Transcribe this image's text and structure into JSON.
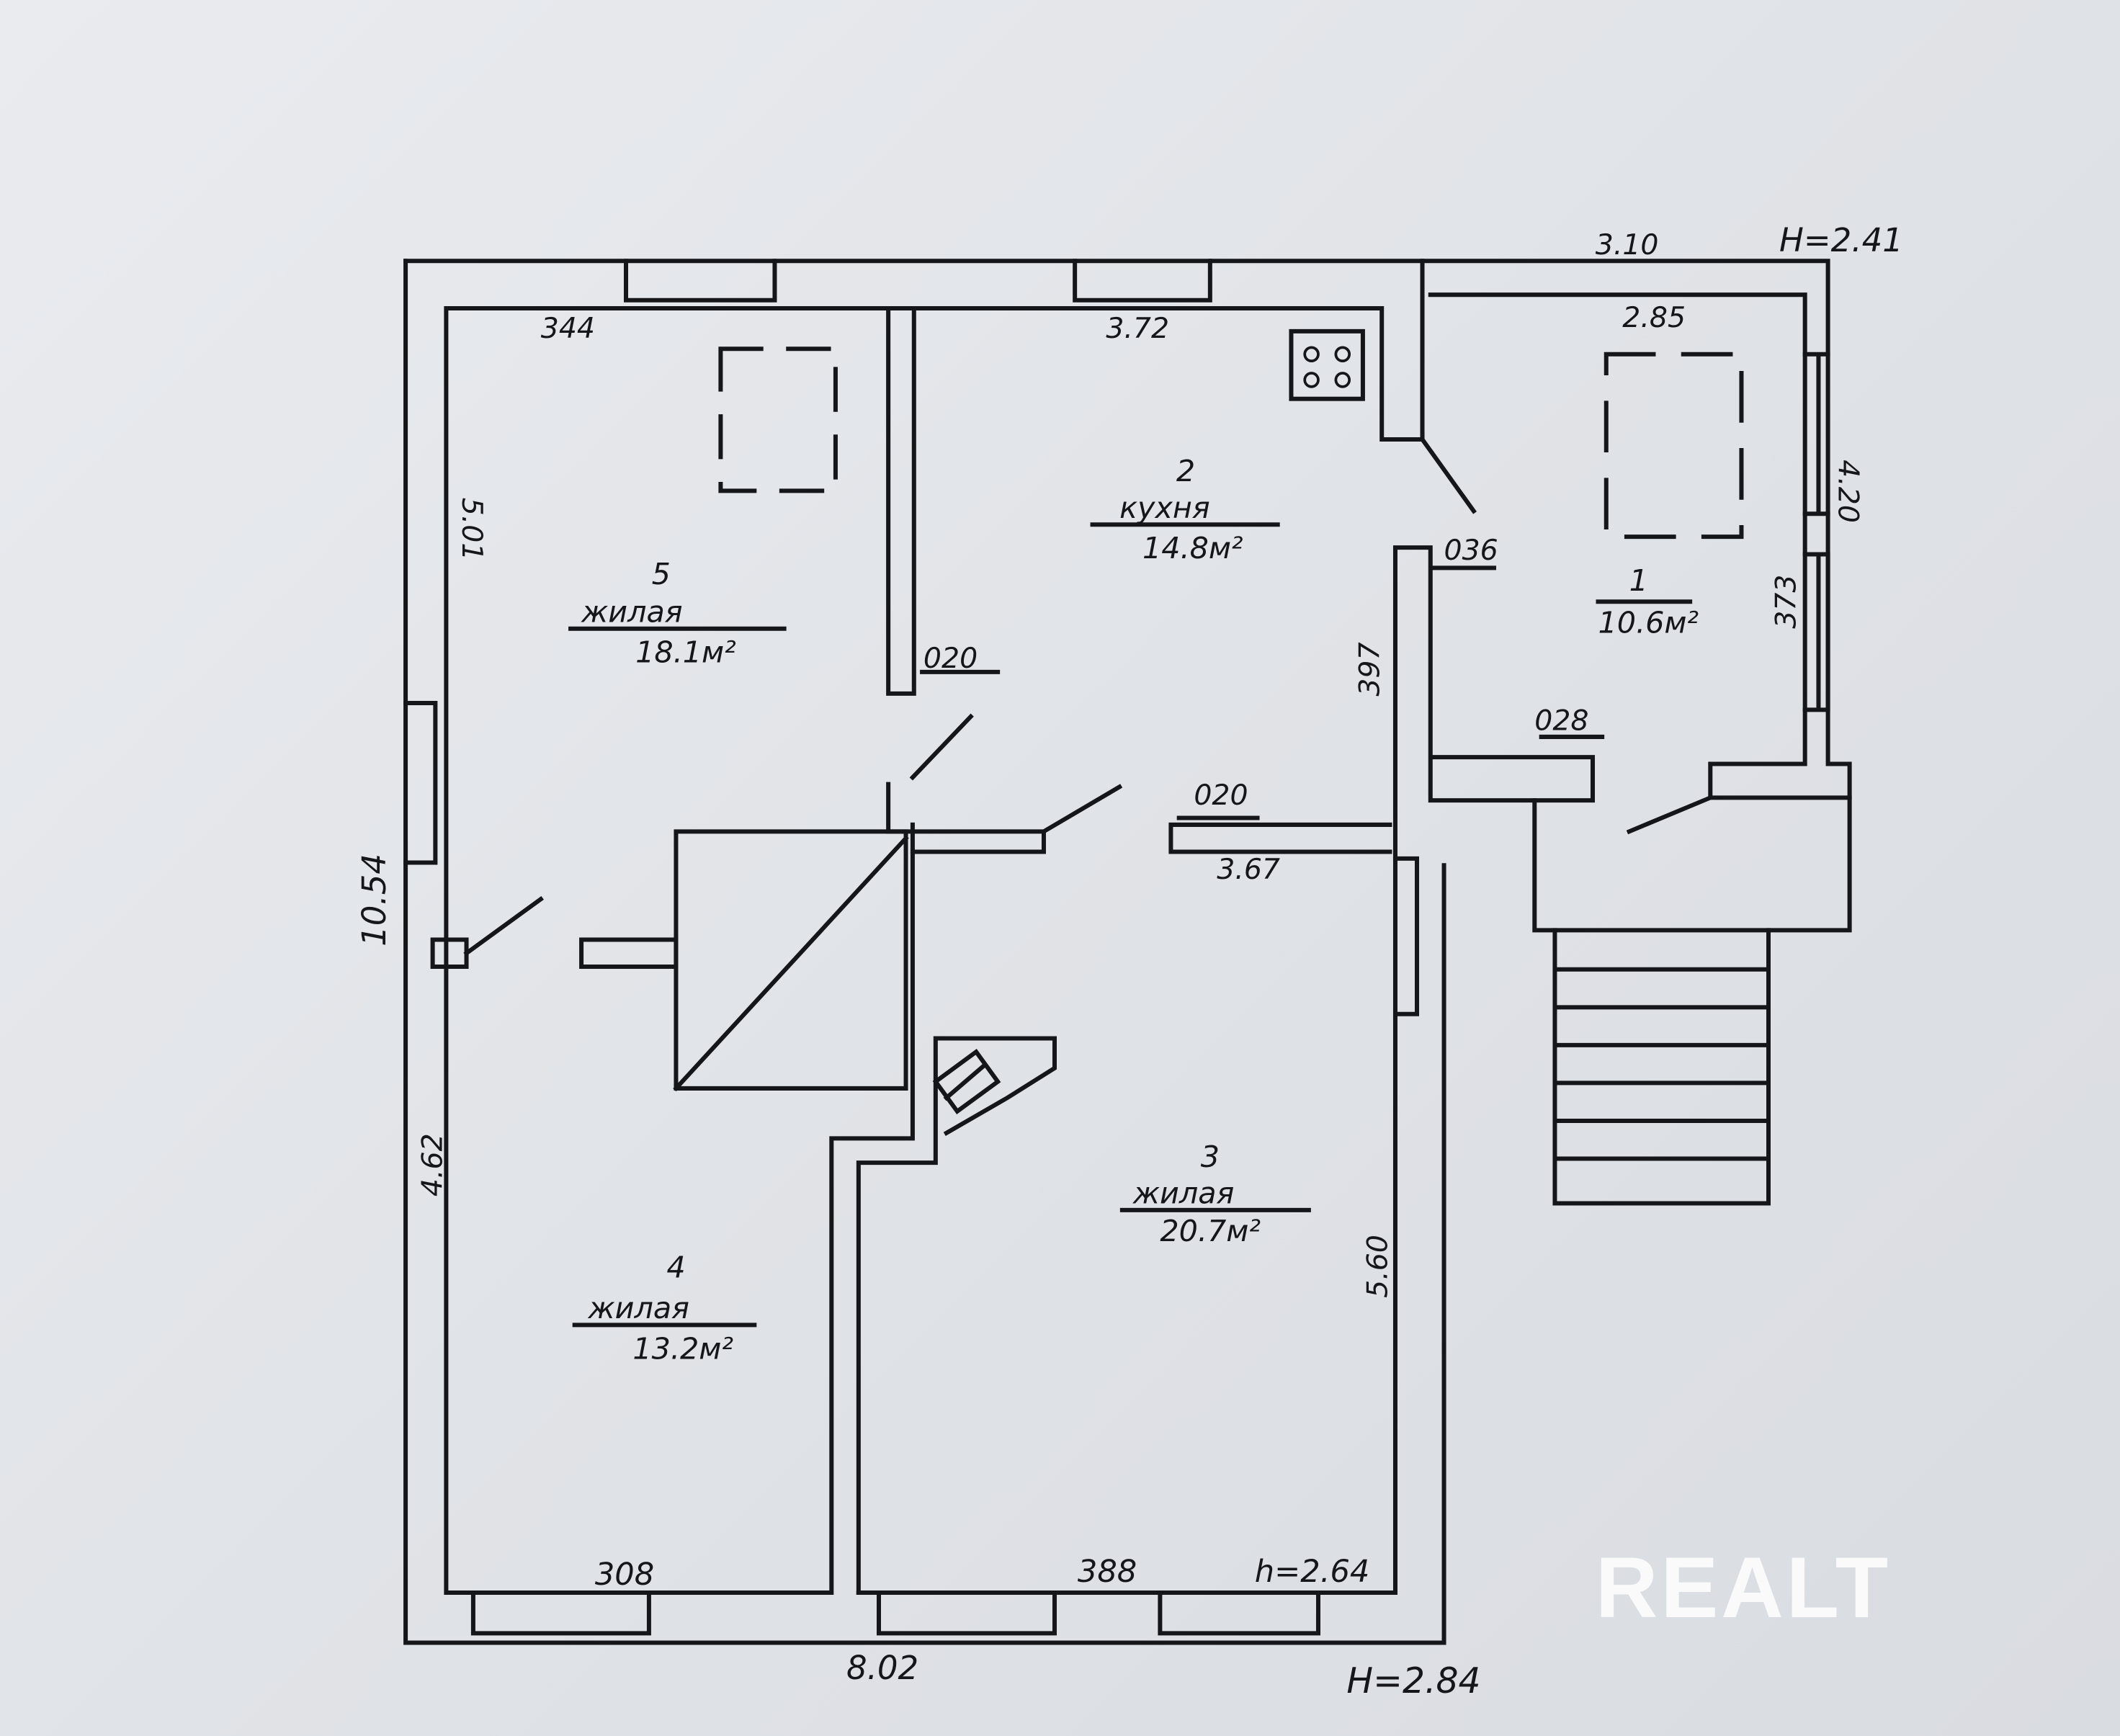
{
  "rooms": [
    {
      "number": "1",
      "area": "10.6м²"
    },
    {
      "number": "2",
      "name": "кухня",
      "area": "14.8м²"
    },
    {
      "number": "3",
      "name": "жилая",
      "area": "20.7м²"
    },
    {
      "number": "4",
      "name": "жилая",
      "area": "13.2м²"
    },
    {
      "number": "5",
      "name": "жилая",
      "area": "18.1м²"
    }
  ],
  "dimensions": {
    "d344": "344",
    "d372": "3.72",
    "d310": "3.10",
    "d285": "2.85",
    "h241": "H=2.41",
    "d420": "4.20",
    "d373": "373",
    "d036": "036",
    "d397": "397",
    "d028": "028",
    "d020a": "020",
    "d020b": "020",
    "d367": "3.67",
    "d501": "5.01",
    "d1054": "10.54",
    "d462": "4.62",
    "d560": "5.60",
    "d308": "308",
    "d388": "388",
    "h264": "h=2.64",
    "d802": "8.02",
    "h284": "H=2.84"
  },
  "watermark": "REALT"
}
